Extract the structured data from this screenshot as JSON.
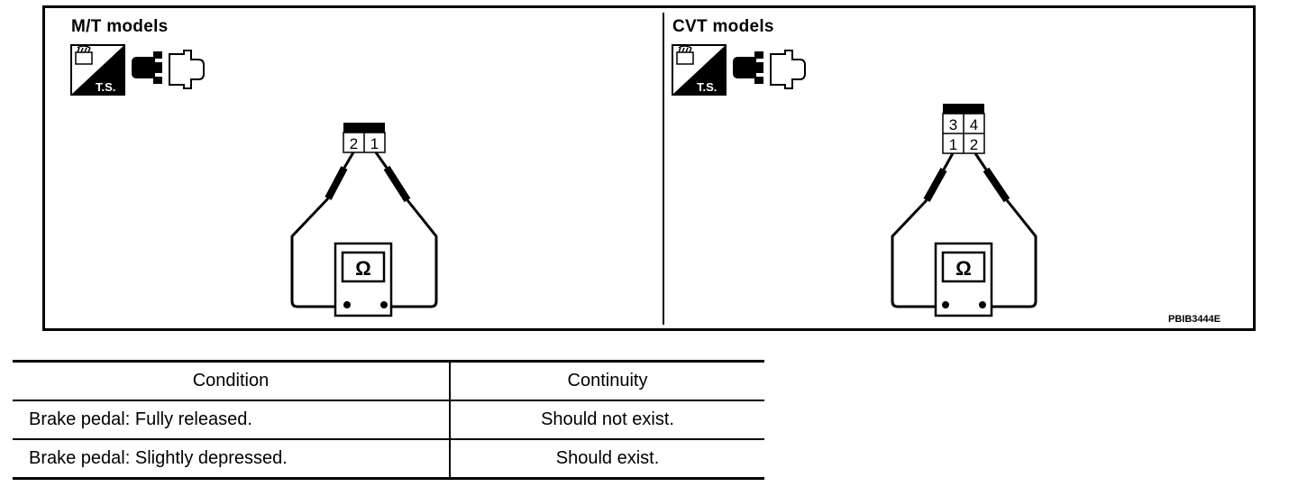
{
  "figure": {
    "left_panel": {
      "title": "M/T models",
      "ts_icon_text": "T.S.",
      "connector_pins": [
        "2",
        "1"
      ],
      "meter_symbol": "Ω"
    },
    "right_panel": {
      "title": "CVT models",
      "ts_icon_text": "T.S.",
      "connector_pins_top": [
        "3",
        "4"
      ],
      "connector_pins_bottom": [
        "1",
        "2"
      ],
      "meter_symbol": "Ω"
    },
    "code": "PBIB3444E"
  },
  "table": {
    "headers": [
      "Condition",
      "Continuity"
    ],
    "rows": [
      [
        "Brake pedal: Fully released.",
        "Should not exist."
      ],
      [
        "Brake pedal: Slightly depressed.",
        "Should exist."
      ]
    ]
  }
}
